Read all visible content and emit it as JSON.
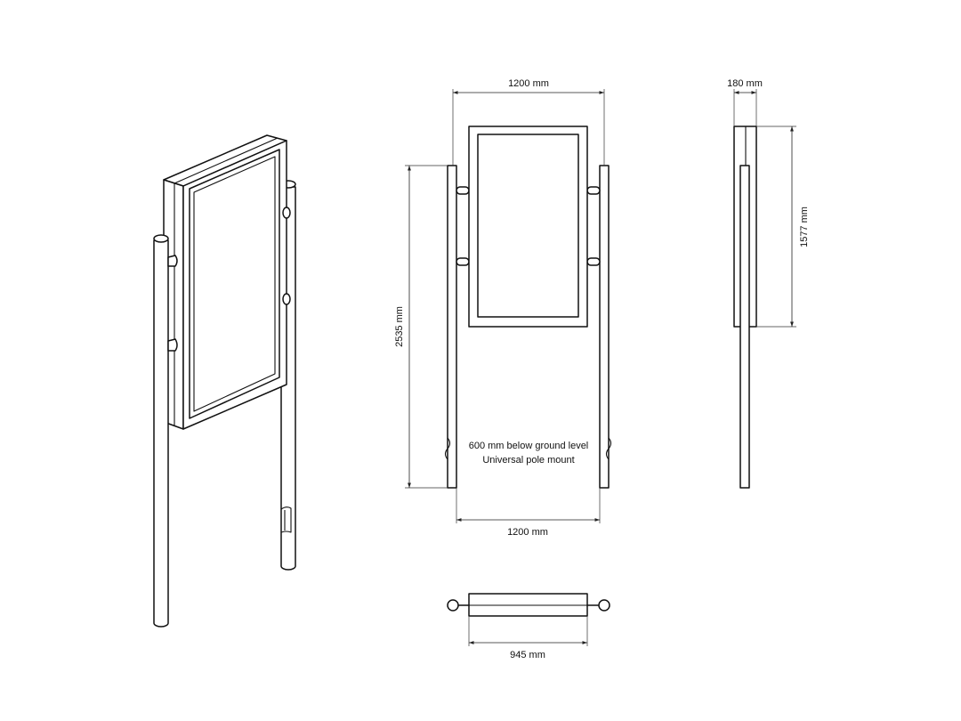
{
  "dimensions": {
    "front_width": "1200 mm",
    "front_height": "2535 mm",
    "pole_spacing": "1200 mm",
    "side_depth": "180 mm",
    "side_panel_height": "1577 mm",
    "top_width": "945 mm"
  },
  "note": {
    "line1": "600 mm below ground level",
    "line2": "Universal pole mount"
  }
}
